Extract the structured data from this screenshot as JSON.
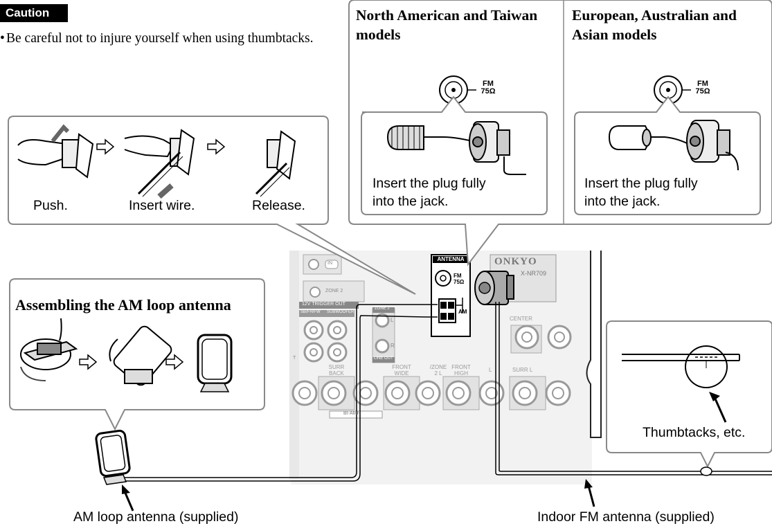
{
  "caution": {
    "badge": "Caution",
    "bullet": "•",
    "text": "Be careful not to injure yourself when using thumbtacks."
  },
  "fm_models": {
    "north_american": "North American and Taiwan models",
    "european": "European, Australian and Asian models",
    "jack_label_fm": "FM",
    "jack_label_ohm": "75Ω",
    "insert_plug_text_line1": "Insert the plug fully",
    "insert_plug_text_line2": "into the jack."
  },
  "wire_steps": {
    "push": "Push.",
    "insert": "Insert wire.",
    "release": "Release."
  },
  "am_assembly": {
    "title": "Assembling the AM loop antenna"
  },
  "receiver_panel": {
    "antenna": "ANTENNA",
    "fm": "FM",
    "ohm": "75Ω",
    "am": "AM",
    "brand": "ONKYO",
    "model": "X-NR709",
    "in": "IN",
    "zone2": "ZONE 2",
    "trigger": "12V TRIGGER OUT",
    "sb_fh_fw": "SB/FH/FW",
    "subwoofer": "SUBWOOFER",
    "zone2_small": "ZONE 2",
    "l": "L",
    "r": "R",
    "line_out": "LINE OUT",
    "center": "CENTER",
    "surr_back": "SURR BACK",
    "front_wide": "FRONT WIDE",
    "zone2_l": "/ZONE 2 L",
    "front_high": "FRONT HIGH",
    "l2": "L",
    "surr_l": "SURR L",
    "bi_amp": "BI-AMP",
    "t": "T"
  },
  "thumbtack": {
    "label": "Thumbtacks, etc."
  },
  "captions": {
    "am_antenna": "AM loop antenna (supplied)",
    "fm_antenna": "Indoor FM antenna (supplied)"
  }
}
